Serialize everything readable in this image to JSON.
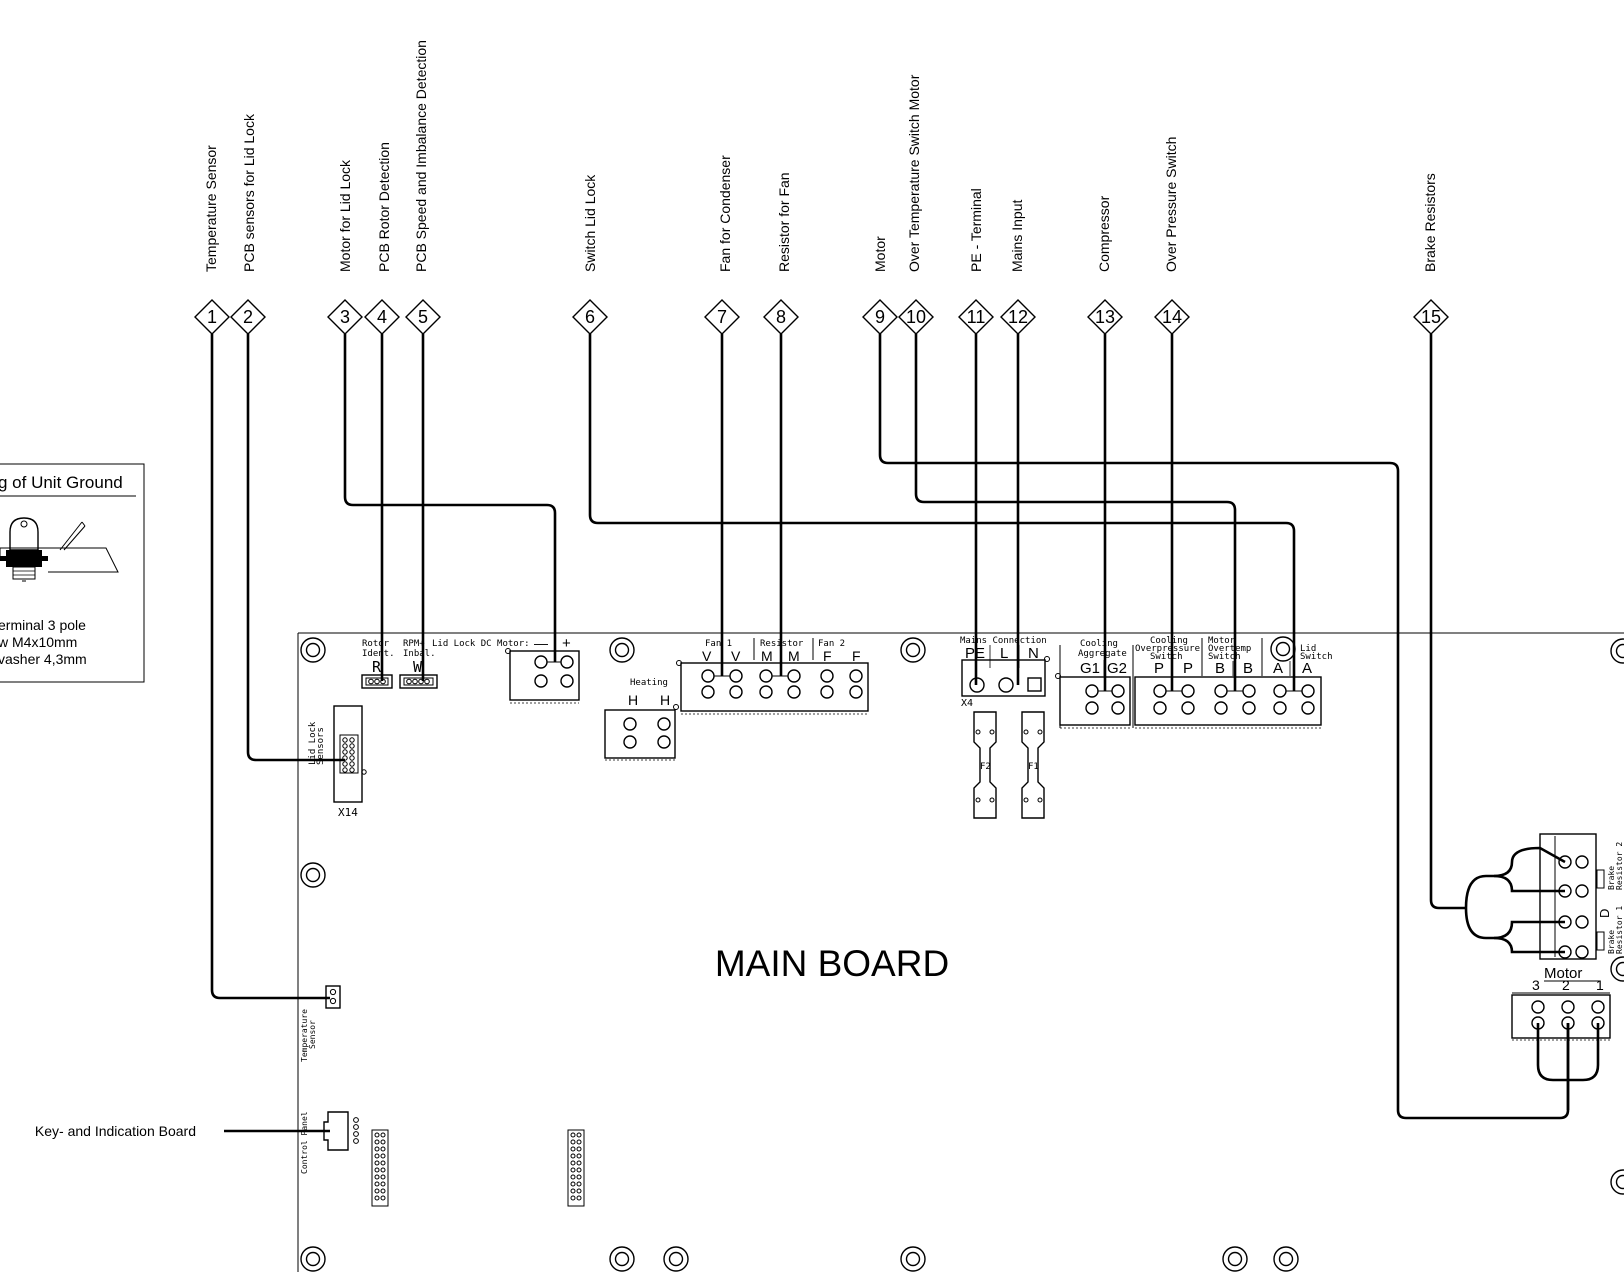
{
  "callouts": [
    {
      "num": "1",
      "label": "Temperature Sensor"
    },
    {
      "num": "2",
      "label": "PCB sensors for Lid Lock"
    },
    {
      "num": "3",
      "label": "Motor for Lid Lock"
    },
    {
      "num": "4",
      "label": "PCB Rotor Detection"
    },
    {
      "num": "5",
      "label": "PCB Speed and Imbalance Detection"
    },
    {
      "num": "6",
      "label": "Switch Lid Lock"
    },
    {
      "num": "7",
      "label": "Fan for Condenser"
    },
    {
      "num": "8",
      "label": "Resistor for Fan"
    },
    {
      "num": "9",
      "label": "Motor"
    },
    {
      "num": "10",
      "label": "Over Temperature Switch Motor"
    },
    {
      "num": "11",
      "label": "PE - Terminal"
    },
    {
      "num": "12",
      "label": "Mains Input"
    },
    {
      "num": "13",
      "label": "Compressor"
    },
    {
      "num": "14",
      "label": "Over Pressure Switch"
    },
    {
      "num": "15",
      "label": "Brake Resistors"
    }
  ],
  "ground_box": {
    "title": "g of Unit Ground",
    "lines": [
      "erminal 3 pole",
      "w M4x10mm",
      "vasher 4,3mm"
    ]
  },
  "key_board_label": "Key- and Indication Board",
  "board_title": "MAIN BOARD",
  "board": {
    "rotor_ident": [
      "Rotor",
      "Ident."
    ],
    "rotor_r": "R",
    "rpm_inbal": [
      "RPM+",
      "Inbal."
    ],
    "rpm_w": "W",
    "lid_lock_dc": "Lid Lock DC Motor:",
    "minus": "—",
    "plus": "+",
    "fan1": "Fan 1",
    "resistor": "Resistor",
    "fan2": "Fan 2",
    "fan_pins": [
      "V",
      "V",
      "M",
      "M",
      "F",
      "F"
    ],
    "heating": "Heating",
    "heating_pins": [
      "H",
      "H"
    ],
    "mains": "Mains Connection",
    "mains_pins": [
      "PE",
      "L",
      "N"
    ],
    "x4": "X4",
    "cooling_agg": [
      "Cooling",
      "Aggregate"
    ],
    "g_pins": [
      "G1",
      "G2"
    ],
    "cooling_over": [
      "Cooling",
      "Overpressure",
      "Switch"
    ],
    "motor_overtemp": [
      "Motor",
      "Overtemp",
      "Switch"
    ],
    "lid_switch": [
      "Lid",
      "Switch"
    ],
    "x20_pins": [
      "P",
      "P",
      "B",
      "B",
      "A",
      "A"
    ],
    "lid_lock_sensors": [
      "Lid Lock",
      "Sensors"
    ],
    "x14": "X14",
    "temp_sensor": [
      "Temperature",
      "Sensor"
    ],
    "control_panel": "Control Panel",
    "f2": "F2",
    "f1": "F1",
    "motor": "Motor",
    "motor_pins": [
      "3",
      "2",
      "1"
    ],
    "brake_r2": [
      "Brake",
      "Resistor 2"
    ],
    "brake_r1": [
      "Brake",
      "Resistor 1"
    ],
    "d": "D"
  }
}
